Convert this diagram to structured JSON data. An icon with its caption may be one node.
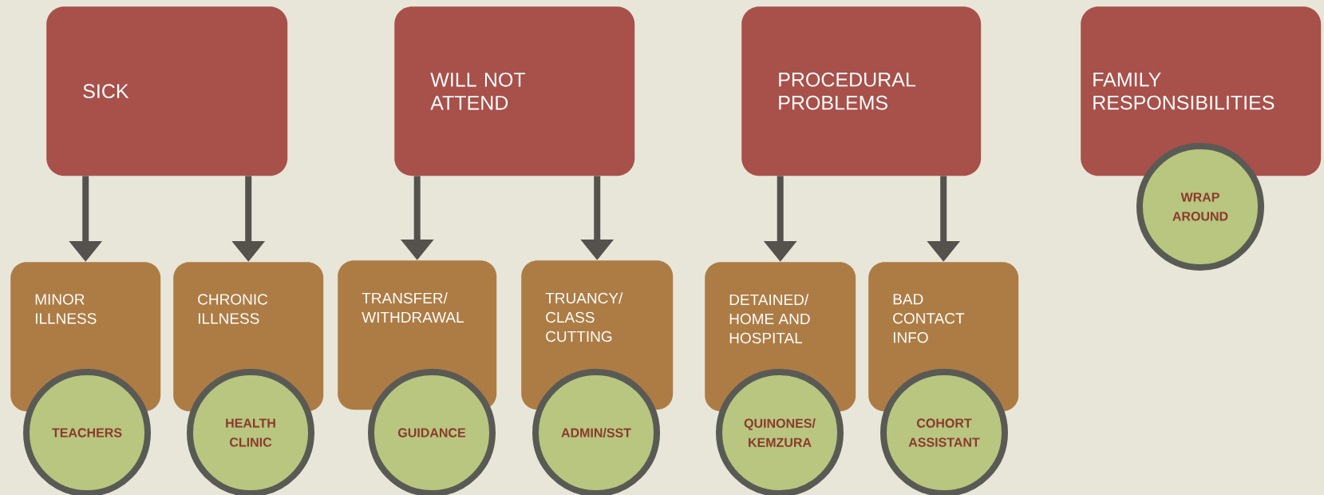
{
  "diagram": {
    "nodes": [
      {
        "text": [
          "SICK"
        ]
      },
      {
        "text": [
          "WILL NOT ATTEND"
        ]
      },
      {
        "text": [
          "PROCEDURAL PROBLEMS"
        ]
      },
      {
        "text": [
          "FAMILY RESPONSIBILITIES"
        ]
      },
      {
        "text": [
          "WRAP AROUND"
        ]
      },
      {
        "text": [
          "MINOR ILLNESS"
        ]
      },
      {
        "text": [
          "CHRONIC ILLNESS"
        ]
      },
      {
        "text": [
          "TRANSFER/ WITHDRAWAL"
        ]
      },
      {
        "text": [
          "TRUANCY/ CLASS CUTTING"
        ]
      },
      {
        "text": [
          "DETAINED/ HOME AND HOSPITAL"
        ]
      },
      {
        "text": [
          "BAD CONTACT INFO"
        ]
      },
      {
        "text": [
          "TEACHERS"
        ]
      },
      {
        "text": [
          "HEALTH CLINIC"
        ]
      },
      {
        "text": [
          "GUIDANCE"
        ]
      },
      {
        "text": [
          "ADMIN/SST"
        ]
      },
      {
        "text": [
          "QUINONES/ KEMZURA"
        ]
      },
      {
        "text": [
          "COHORT ASSISTANT"
        ]
      }
    ],
    "edges": [
      {
        "from": 0,
        "to": 5,
        "arrow": "to"
      },
      {
        "from": 0,
        "to": 6,
        "arrow": "to"
      },
      {
        "from": 1,
        "to": 7,
        "arrow": "to"
      },
      {
        "from": 1,
        "to": 8,
        "arrow": "to"
      },
      {
        "from": 2,
        "to": 9,
        "arrow": "to"
      },
      {
        "from": 2,
        "to": 10,
        "arrow": "to"
      }
    ]
  }
}
